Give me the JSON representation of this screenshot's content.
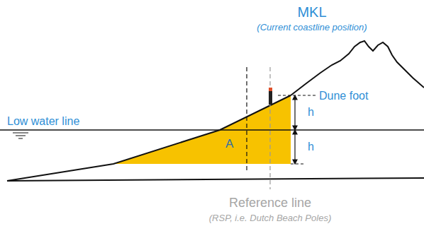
{
  "diagram": {
    "labels": [
      "MKL",
      "(Current coastline position)",
      "Low water line",
      "Dune foot",
      "h",
      "h",
      "A",
      "Reference line",
      "(RSP, i.e. Dutch Beach Poles)"
    ]
  }
}
